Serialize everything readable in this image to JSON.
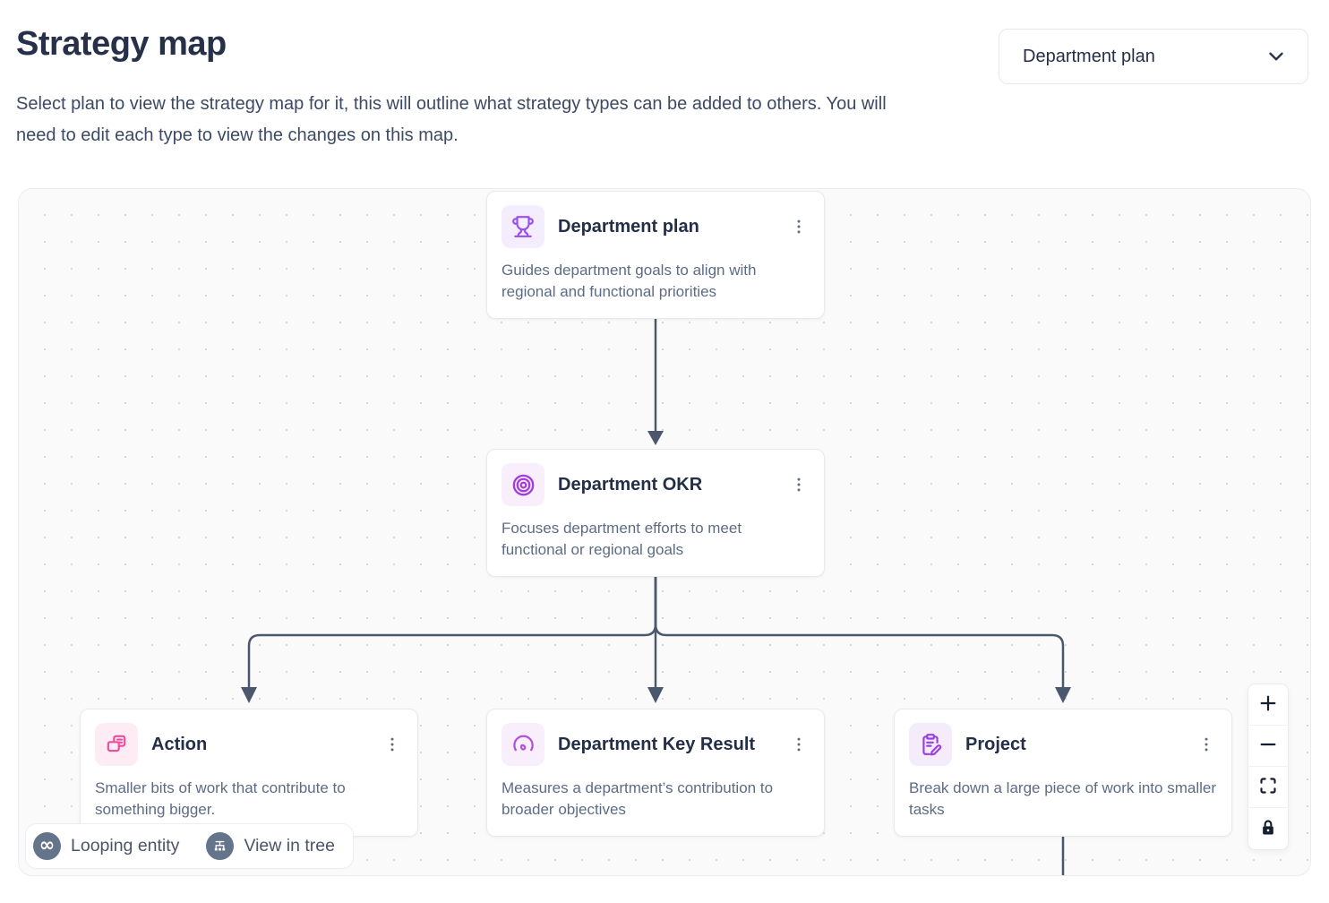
{
  "header": {
    "title": "Strategy map",
    "subtitle": "Select plan to view the strategy map for it, this will outline what strategy types can be added to others. You will need to edit each type to view the changes on this map.",
    "plan_selector": {
      "value": "Department plan",
      "icon": "chevron-down-icon"
    }
  },
  "canvas": {
    "nodes": [
      {
        "id": "department-plan",
        "title": "Department plan",
        "description": "Guides department goals to align with regional and functional priorities",
        "icon": "trophy-icon",
        "icon_color": "#9b4dee",
        "icon_bg": "#f3edfd",
        "menu_icon": "kebab-menu-icon"
      },
      {
        "id": "department-okr",
        "title": "Department OKR",
        "description": "Focuses department efforts to meet functional or regional goals",
        "icon": "target-icon",
        "icon_color": "#a23add",
        "icon_bg": "#f8eefc",
        "menu_icon": "kebab-menu-icon"
      },
      {
        "id": "action",
        "title": "Action",
        "description": "Smaller bits of work that contribute to something bigger.",
        "icon": "copy-pages-icon",
        "icon_color": "#ee4d9b",
        "icon_bg": "#fdecf4",
        "menu_icon": "kebab-menu-icon"
      },
      {
        "id": "department-key-result",
        "title": "Department Key Result",
        "description": "Measures a department’s contribution to broader objectives",
        "icon": "gauge-icon",
        "icon_color": "#b44fd9",
        "icon_bg": "#f9eefb",
        "menu_icon": "kebab-menu-icon"
      },
      {
        "id": "project",
        "title": "Project",
        "description": "Break down a large piece of work into smaller tasks",
        "icon": "clipboard-edit-icon",
        "icon_color": "#9b3fe0",
        "icon_bg": "#f5ecfb",
        "menu_icon": "kebab-menu-icon"
      }
    ],
    "edges": [
      {
        "from": "department-plan",
        "to": "department-okr"
      },
      {
        "from": "department-okr",
        "to": "action"
      },
      {
        "from": "department-okr",
        "to": "department-key-result"
      },
      {
        "from": "department-okr",
        "to": "project"
      },
      {
        "from": "project",
        "to": "below-viewport"
      }
    ],
    "legend": {
      "items": [
        {
          "icon": "infinity-icon",
          "label": "Looping entity"
        },
        {
          "icon": "tree-icon",
          "label": "View in tree"
        }
      ]
    },
    "controls": [
      {
        "id": "zoom-in",
        "icon": "plus-icon"
      },
      {
        "id": "zoom-out",
        "icon": "minus-icon"
      },
      {
        "id": "fit-view",
        "icon": "fit-view-icon"
      },
      {
        "id": "lock",
        "icon": "lock-icon"
      }
    ]
  },
  "colors": {
    "connector": "#4b576d",
    "connection_handle": "#1f2740",
    "legend_badge": "#64748b",
    "canvas_background": "#fafafa",
    "title_text": "#263149",
    "body_text": "#5d6c84"
  }
}
